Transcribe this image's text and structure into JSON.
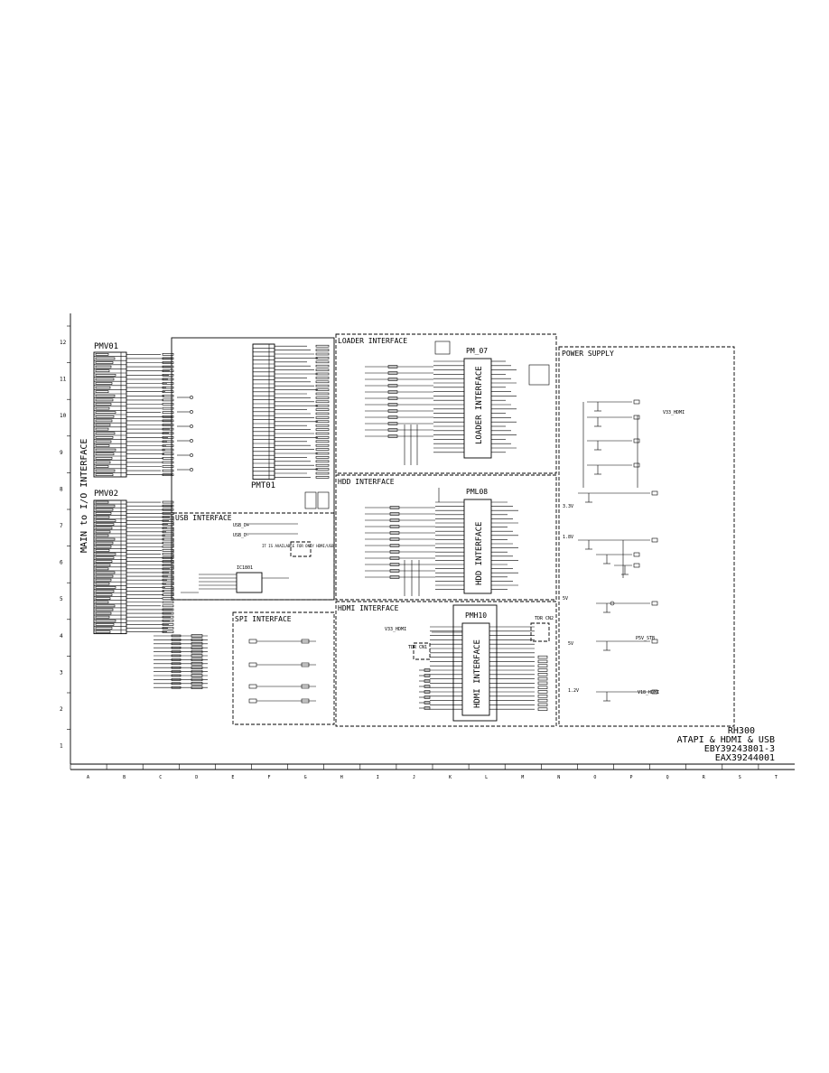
{
  "frame": {
    "row_labels": [
      "12",
      "11",
      "10",
      "9",
      "8",
      "7",
      "6",
      "5",
      "4",
      "3",
      "2",
      "1"
    ],
    "col_labels": [
      "A",
      "B",
      "C",
      "D",
      "E",
      "F",
      "G",
      "H",
      "I",
      "J",
      "K",
      "L",
      "M",
      "N",
      "O",
      "P",
      "Q",
      "R",
      "S",
      "T"
    ]
  },
  "side_title": "MAIN to I/O INTERFACE",
  "connectors": {
    "pmv01": "PMV01",
    "pmv02": "PMV02",
    "pmt01": "PMT01",
    "pm07": "PM_07",
    "pml08": "PML08",
    "pmh10": "PMH10"
  },
  "sections": {
    "loader": "LOADER INTERFACE",
    "hdd": "HDD INTERFACE",
    "hdmi": "HDMI INTERFACE",
    "usb": "USB INTERFACE",
    "spi": "SPI INTERFACE",
    "power": "POWER SUPPLY"
  },
  "block_labels": {
    "loader_block": "LOADER INTERFACE",
    "hdd_block": "HDD INTERFACE",
    "hdmi_block": "HDMI INTERFACE"
  },
  "power_nets": {
    "v33": "3.3V",
    "v18": "1.8V",
    "v5a": "5V",
    "v5b": "5V",
    "v12": "1.2V",
    "v33_hdmi": "V33_HDMI",
    "v18_hdmi": "V18_HDMI",
    "v5_stb": "P5V_STB"
  },
  "usb_nets": {
    "usb_dp": "USB_D+",
    "usb_dm": "USB_D-",
    "note": "IT IS AVAILABLE FOR ONLY HDMI/USB",
    "ic": "IC1801"
  },
  "hdmi_nets": {
    "v33_hdmi": "V33_HDMI",
    "tp1": "TDR CN1",
    "tp2": "TDR CN2"
  },
  "title_block": {
    "model": "RH300",
    "line2": "ATAPI & HDMI & USB",
    "line3": "EBY39243801-3",
    "line4": "EAX39244001"
  }
}
